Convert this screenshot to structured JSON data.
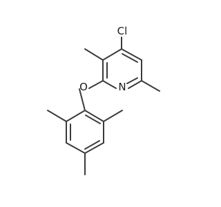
{
  "molecule": {
    "atoms": {
      "chlorine": "Cl",
      "oxygen": "O",
      "nitrogen": "N"
    },
    "colors": {
      "bond": "#3a3a3a",
      "text": "#1a1a1a",
      "background": "#ffffff"
    }
  }
}
